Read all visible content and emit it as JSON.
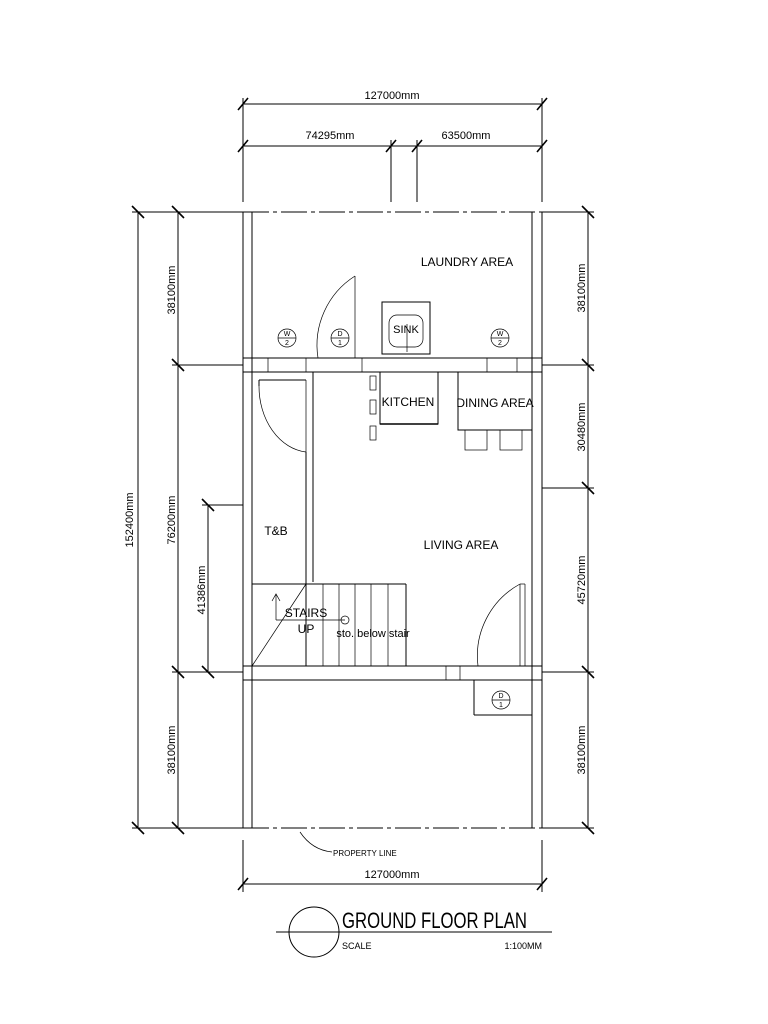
{
  "dimensions": {
    "top_total": "127000mm",
    "top_left": "74295mm",
    "top_right": "63500mm",
    "bottom_total": "127000mm",
    "left_total": "152400mm",
    "left_top": "38100mm",
    "left_mid": "76200mm",
    "left_bottom": "38100mm",
    "left_stair": "41386mm",
    "right_1": "38100mm",
    "right_2": "30480mm",
    "right_3": "45720mm",
    "right_4": "38100mm"
  },
  "rooms": {
    "laundry": "LAUNDRY AREA",
    "sink": "SINK",
    "kitchen": "KITCHEN",
    "dining": "DINING AREA",
    "tb": "T&B",
    "living": "LIVING AREA",
    "stairs": "STAIRS",
    "up": "UP",
    "sto": "sto. below stair"
  },
  "tags": {
    "w_letter": "W",
    "w_num": "2",
    "d_letter": "D",
    "d_num": "1"
  },
  "property_line": "PROPERTY LINE",
  "title_block": {
    "title": "GROUND FLOOR PLAN",
    "scale_label": "SCALE",
    "scale_value": "1:100MM"
  }
}
